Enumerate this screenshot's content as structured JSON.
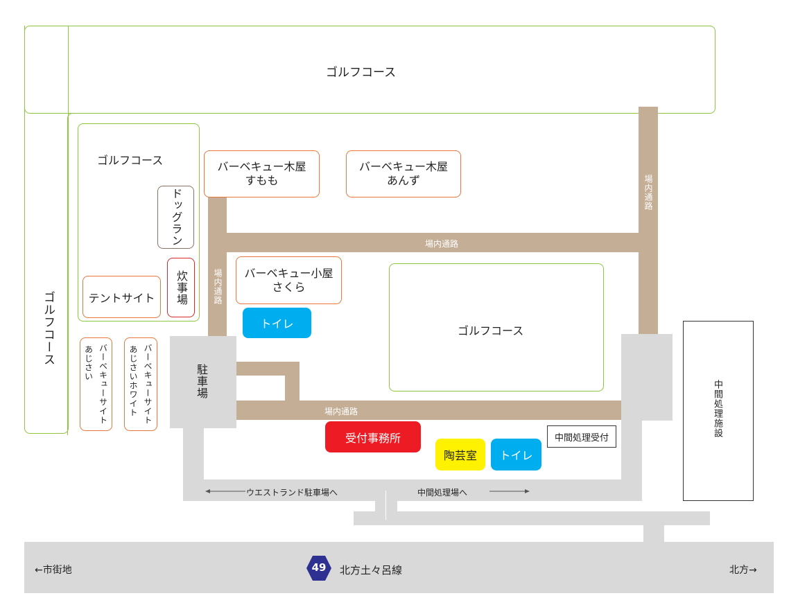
{
  "golf_top": "ゴルフコース",
  "golf_left_inner": "ゴルフコース",
  "golf_left_outer": "ゴルフコース",
  "golf_center": "ゴルフコース",
  "bbq_sumomo": {
    "line1": "バーベキュー木屋",
    "line2": "すもも"
  },
  "bbq_anzu": {
    "line1": "バーベキュー木屋",
    "line2": "あんず"
  },
  "bbq_sakura": {
    "line1": "バーベキュー小屋",
    "line2": "さくら"
  },
  "dog_run": "ドッグラン",
  "cooking_area": "炊事場",
  "tent_site": "テントサイト",
  "bbq_ajisai": {
    "line1": "バーベキューサイト",
    "line2": "あじさい"
  },
  "bbq_ajisai_white": {
    "line1": "バーベキューサイト",
    "line2": "あじさいホワイト"
  },
  "toilet_upper": "トイレ",
  "toilet_lower": "トイレ",
  "parking": "駐車場",
  "road_vertical_left": "場内通路",
  "road_vertical_right": "場内通路",
  "road_horizontal_upper": "場内通路",
  "road_horizontal_lower": "場内通路",
  "reception": "受付事務所",
  "pottery": "陶芸室",
  "intermediate_reception": "中間処理受付",
  "intermediate_facility": "中間処理施設",
  "to_west_parking": "ウエストランド駐車場へ",
  "to_intermediate": "中間処理場へ",
  "to_city": "←市街地",
  "route_number": "49",
  "route_name": "北方土々呂線",
  "to_kitakata": "北方→",
  "colors": {
    "golf_border": "#8dc63f",
    "facility_border": "#e8773a",
    "road": "#c4ae96",
    "paved": "#d9d9d9",
    "toilet": "#00aeef",
    "reception": "#ed1c24",
    "pottery": "#fff200",
    "route_badge": "#2e3192"
  }
}
